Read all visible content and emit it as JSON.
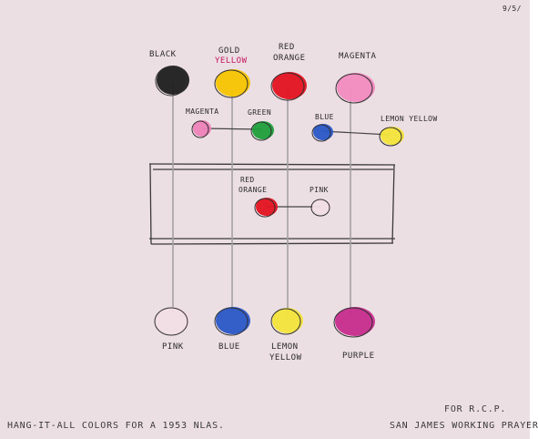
{
  "sheet": {
    "corner_date": "9/5/"
  },
  "labels": {
    "top_black": "BLACK",
    "top_gold_line1": "GOLD",
    "top_gold_line2": "YELLOW",
    "top_red_line1": "RED",
    "top_red_line2": "ORANGE",
    "top_magenta": "MAGENTA",
    "mid_magenta": "MAGENTA",
    "mid_green": "GREEN",
    "mid_blue": "BLUE",
    "mid_lemon": "LEMON YELLOW",
    "inner_red_line1": "RED",
    "inner_red_line2": "ORANGE",
    "inner_pink": "PINK",
    "bottom_pink": "PINK",
    "bottom_blue": "BLUE",
    "bottom_lemon_line1": "LEMON",
    "bottom_lemon_line2": "YELLOW",
    "bottom_purple": "PURPLE"
  },
  "caption": {
    "left": "HANG-IT-ALL COLORS FOR A 1953 NLAS.",
    "right_line1": "FOR R.C.P.",
    "right_line2": "SAN JAMES WORKING PRAYER"
  },
  "colors": {
    "black": "#1e1e1e",
    "gold_yellow": "#f6c400",
    "red_orange": "#e3121f",
    "magenta_top": "#f28bc0",
    "magenta_small": "#ee82b8",
    "green": "#1e9e3a",
    "blue": "#2a56c6",
    "lemon_yellow": "#f3e43a",
    "pink": "#f2dde5",
    "purple": "#c72c8d",
    "paper": "#ecdfe4"
  }
}
